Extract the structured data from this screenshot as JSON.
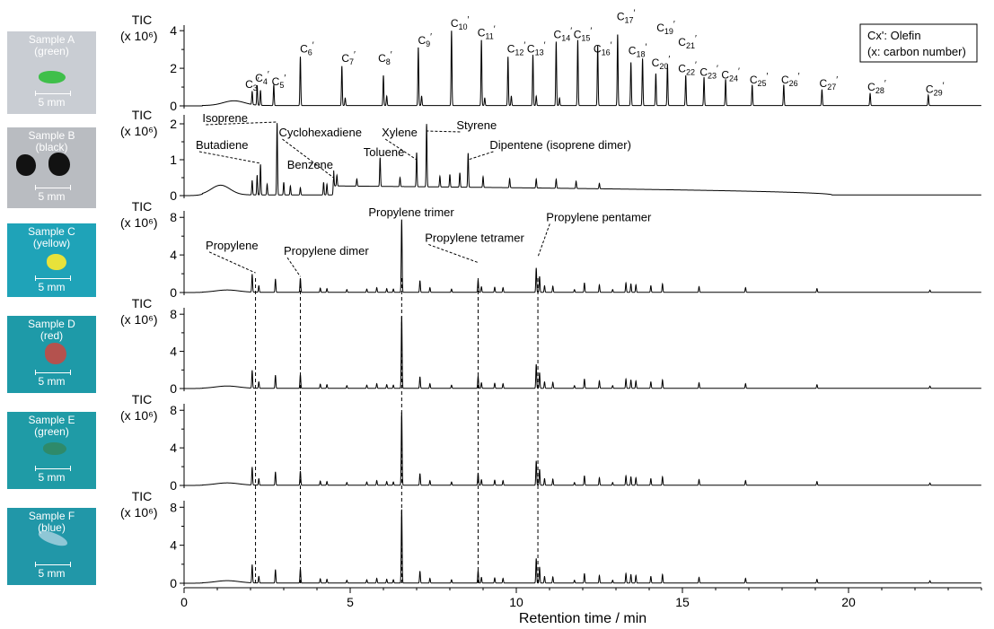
{
  "samples": [
    {
      "name": "Sample A",
      "color_label": "(green)",
      "scale": "5 mm",
      "bg": "#c9cdd3",
      "blob": "#3fbf4a"
    },
    {
      "name": "Sample B",
      "color_label": "(black)",
      "scale": "5 mm",
      "bg": "#b9bcc1",
      "blob": "#121212"
    },
    {
      "name": "Sample C",
      "color_label": "(yellow)",
      "scale": "5 mm",
      "bg": "#1fa3b8",
      "blob": "#e8e23a"
    },
    {
      "name": "Sample D",
      "color_label": "(red)",
      "scale": "5 mm",
      "bg": "#1e9aa8",
      "blob": "#b4524e"
    },
    {
      "name": "Sample E",
      "color_label": "(green)",
      "scale": "5 mm",
      "bg": "#1f9ba6",
      "blob": "#2e8a6a"
    },
    {
      "name": "Sample F",
      "color_label": "(blue)",
      "scale": "5 mm",
      "bg": "#2197a8",
      "blob": "#8fc7d6"
    }
  ],
  "chart_data": {
    "type": "line",
    "xlabel": "Retention time / min",
    "xlim": [
      0,
      24
    ],
    "xticks": [
      0,
      5,
      10,
      15,
      20
    ],
    "ylabel": "TIC",
    "yunit": "(x 10⁶)",
    "legend_box": [
      "Cx': Olefin",
      "(x: carbon number)"
    ],
    "panels": [
      {
        "id": "A",
        "ylim": [
          0,
          4.2
        ],
        "yticks": [
          0,
          2,
          4
        ],
        "baseline_hump": {
          "center": 1.5,
          "height": 0.25,
          "width": 0.45
        },
        "peaks": [
          [
            2.05,
            0.7
          ],
          [
            2.2,
            1.05
          ],
          [
            2.3,
            0.8
          ],
          [
            2.7,
            1.1
          ],
          [
            3.5,
            2.6
          ],
          [
            4.75,
            2.1
          ],
          [
            4.85,
            0.4
          ],
          [
            6.0,
            1.6
          ],
          [
            6.1,
            0.5
          ],
          [
            7.05,
            3.1
          ],
          [
            7.15,
            0.5
          ],
          [
            8.05,
            4.0
          ],
          [
            8.95,
            3.5
          ],
          [
            9.05,
            0.4
          ],
          [
            9.75,
            2.6
          ],
          [
            9.85,
            0.5
          ],
          [
            10.5,
            2.7
          ],
          [
            10.6,
            0.5
          ],
          [
            11.2,
            3.4
          ],
          [
            11.3,
            0.4
          ],
          [
            11.85,
            3.5
          ],
          [
            12.45,
            3.2
          ],
          [
            13.05,
            3.8
          ],
          [
            13.45,
            2.3
          ],
          [
            13.8,
            2.5
          ],
          [
            14.2,
            1.7
          ],
          [
            14.55,
            2.2
          ],
          [
            15.1,
            1.6
          ],
          [
            15.65,
            1.5
          ],
          [
            16.3,
            1.4
          ],
          [
            17.1,
            1.1
          ],
          [
            18.05,
            1.1
          ],
          [
            19.2,
            0.85
          ],
          [
            20.65,
            0.65
          ],
          [
            22.4,
            0.55
          ]
        ],
        "labels": [
          {
            "text": "C",
            "sub": "3",
            "x": 2.05,
            "y": 0.95
          },
          {
            "text": "C",
            "sub": "4",
            "x": 2.35,
            "y": 1.3
          },
          {
            "text": "C",
            "sub": "5",
            "x": 2.85,
            "y": 1.1
          },
          {
            "text": "C",
            "sub": "6",
            "x": 3.7,
            "y": 2.85
          },
          {
            "text": "C",
            "sub": "7",
            "x": 4.95,
            "y": 2.35
          },
          {
            "text": "C",
            "sub": "8",
            "x": 6.05,
            "y": 2.35
          },
          {
            "text": "C",
            "sub": "9",
            "x": 7.25,
            "y": 3.3
          },
          {
            "text": "C",
            "sub": "10",
            "x": 8.3,
            "y": 4.2
          },
          {
            "text": "C",
            "sub": "11",
            "x": 9.1,
            "y": 3.7
          },
          {
            "text": "C",
            "sub": "12",
            "x": 10.0,
            "y": 2.85
          },
          {
            "text": "C",
            "sub": "13",
            "x": 10.6,
            "y": 2.85
          },
          {
            "text": "C",
            "sub": "14",
            "x": 11.4,
            "y": 3.6
          },
          {
            "text": "C",
            "sub": "15",
            "x": 12.0,
            "y": 3.6
          },
          {
            "text": "C",
            "sub": "16",
            "x": 12.6,
            "y": 2.85
          },
          {
            "text": "C",
            "sub": "17",
            "x": 13.3,
            "y": 4.55
          },
          {
            "text": "C",
            "sub": "18",
            "x": 13.65,
            "y": 2.75
          },
          {
            "text": "C",
            "sub": "19",
            "x": 14.5,
            "y": 3.95
          },
          {
            "text": "C",
            "sub": "20",
            "x": 14.35,
            "y": 2.1
          },
          {
            "text": "C",
            "sub": "21",
            "x": 15.15,
            "y": 3.2
          },
          {
            "text": "C",
            "sub": "22",
            "x": 15.15,
            "y": 1.8
          },
          {
            "text": "C",
            "sub": "23",
            "x": 15.8,
            "y": 1.6
          },
          {
            "text": "C",
            "sub": "24",
            "x": 16.45,
            "y": 1.45
          },
          {
            "text": "C",
            "sub": "25",
            "x": 17.3,
            "y": 1.2
          },
          {
            "text": "C",
            "sub": "26",
            "x": 18.25,
            "y": 1.2
          },
          {
            "text": "C",
            "sub": "27",
            "x": 19.4,
            "y": 1.0
          },
          {
            "text": "C",
            "sub": "28",
            "x": 20.85,
            "y": 0.8
          },
          {
            "text": "C",
            "sub": "29",
            "x": 22.6,
            "y": 0.7
          }
        ],
        "label_prime": "′"
      },
      {
        "id": "B",
        "ylim": [
          0,
          2.2
        ],
        "yticks": [
          0,
          1,
          2
        ],
        "baseline_hump": {
          "center": 1.1,
          "height": 0.27,
          "width": 0.4
        },
        "tail": {
          "start": 4.5,
          "end": 19.5,
          "height": 0.25
        },
        "peaks": [
          [
            2.05,
            0.4
          ],
          [
            2.2,
            0.55
          ],
          [
            2.3,
            0.85
          ],
          [
            2.5,
            0.3
          ],
          [
            2.8,
            2.0
          ],
          [
            3.0,
            0.35
          ],
          [
            3.2,
            0.25
          ],
          [
            3.5,
            0.2
          ],
          [
            4.2,
            0.35
          ],
          [
            4.3,
            0.3
          ],
          [
            4.5,
            0.45
          ],
          [
            4.6,
            0.3
          ],
          [
            5.2,
            0.2
          ],
          [
            5.9,
            0.8
          ],
          [
            6.5,
            0.25
          ],
          [
            7.0,
            0.95
          ],
          [
            7.3,
            1.75
          ],
          [
            7.7,
            0.3
          ],
          [
            8.0,
            0.35
          ],
          [
            8.3,
            0.4
          ],
          [
            8.55,
            0.95
          ],
          [
            9.0,
            0.3
          ],
          [
            9.8,
            0.25
          ],
          [
            10.6,
            0.25
          ],
          [
            11.2,
            0.25
          ],
          [
            11.8,
            0.2
          ],
          [
            12.5,
            0.15
          ]
        ],
        "annotations": [
          {
            "text": "Isoprene",
            "x": 0.55,
            "y": 2.05,
            "px": 2.8,
            "py": 2.0
          },
          {
            "text": "Butadiene",
            "x": 0.35,
            "y": 1.3,
            "px": 2.3,
            "py": 0.85
          },
          {
            "text": "Cyclohexadiene",
            "x": 2.85,
            "y": 1.65,
            "px": 4.5,
            "py": 0.45
          },
          {
            "text": "Benzene",
            "x": 3.1,
            "y": 0.75,
            "px": 0,
            "py": 0
          },
          {
            "text": "Xylene",
            "x": 5.95,
            "y": 1.65,
            "px": 7.0,
            "py": 0.95
          },
          {
            "text": "Toluene",
            "x": 5.4,
            "y": 1.1,
            "px": 0,
            "py": 0
          },
          {
            "text": "Styrene",
            "x": 8.2,
            "y": 1.85,
            "px": 7.3,
            "py": 1.75
          },
          {
            "text": "Dipentene (isoprene dimer)",
            "x": 9.2,
            "y": 1.3,
            "px": 8.55,
            "py": 0.95
          }
        ]
      },
      {
        "id": "C",
        "ylim": [
          0,
          8.5
        ],
        "yticks": [
          0,
          4,
          8
        ],
        "annotations": [
          {
            "text": "Propylene",
            "x": 0.65,
            "y": 4.6,
            "px": 2.15,
            "py": 1.9
          },
          {
            "text": "Propylene dimer",
            "x": 3.0,
            "y": 4.0,
            "px": 3.5,
            "py": 1.5
          },
          {
            "text": "Propylene trimer",
            "x": 5.55,
            "y": 8.1,
            "px": 0,
            "py": 0
          },
          {
            "text": "Propylene tetramer",
            "x": 7.25,
            "y": 5.4,
            "px": 8.85,
            "py": 3.0
          },
          {
            "text": "Propylene pentamer",
            "x": 10.9,
            "y": 7.6,
            "px": 10.65,
            "py": 3.6
          }
        ]
      },
      {
        "id": "D",
        "ylim": [
          0,
          8.5
        ],
        "yticks": [
          0,
          4,
          8
        ]
      },
      {
        "id": "E",
        "ylim": [
          0,
          8.5
        ],
        "yticks": [
          0,
          4,
          8
        ]
      },
      {
        "id": "F",
        "ylim": [
          0,
          8.5
        ],
        "yticks": [
          0,
          4,
          8
        ]
      }
    ],
    "pp_peaks": [
      [
        2.05,
        1.9
      ],
      [
        2.25,
        0.7
      ],
      [
        2.75,
        1.4
      ],
      [
        3.5,
        1.5
      ],
      [
        4.1,
        0.45
      ],
      [
        4.3,
        0.4
      ],
      [
        4.9,
        0.3
      ],
      [
        5.5,
        0.35
      ],
      [
        5.8,
        0.5
      ],
      [
        6.1,
        0.4
      ],
      [
        6.3,
        0.35
      ],
      [
        6.55,
        7.8
      ],
      [
        7.1,
        1.25
      ],
      [
        7.4,
        0.5
      ],
      [
        8.05,
        0.35
      ],
      [
        8.85,
        1.3
      ],
      [
        8.95,
        0.6
      ],
      [
        9.35,
        0.55
      ],
      [
        9.6,
        0.5
      ],
      [
        10.6,
        2.6
      ],
      [
        10.7,
        1.7
      ],
      [
        10.85,
        0.7
      ],
      [
        11.1,
        0.65
      ],
      [
        11.75,
        0.3
      ],
      [
        12.05,
        1.0
      ],
      [
        12.5,
        0.8
      ],
      [
        12.9,
        0.3
      ],
      [
        13.3,
        1.0
      ],
      [
        13.45,
        0.9
      ],
      [
        13.6,
        0.8
      ],
      [
        14.05,
        0.7
      ],
      [
        14.4,
        0.9
      ],
      [
        15.5,
        0.6
      ],
      [
        16.9,
        0.5
      ],
      [
        19.05,
        0.4
      ],
      [
        22.45,
        0.25
      ]
    ],
    "dashed_guides": [
      2.15,
      3.5,
      6.55,
      8.85,
      10.65
    ]
  }
}
